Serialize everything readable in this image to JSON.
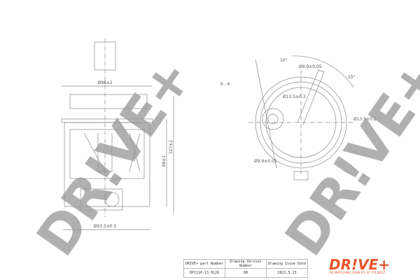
{
  "drawing": {
    "dimensions": {
      "top_diameter": "Ø98±2",
      "total_height": "127±2",
      "body_height": "98±1",
      "bottom_diameter": "Ø93.5±0.5",
      "angle_left": "10°",
      "angle_right": "25°",
      "port_diameter_top": "Ø9.9±0.05",
      "port_diameter_mid": "Ø13.5±0.2",
      "port_diameter_right": "Ø13.5±0.2",
      "port_diameter_bottom": "Ø9.9±0.05",
      "section_label": "6 - 6"
    }
  },
  "watermark": {
    "text": "DR!VE+"
  },
  "title_block": {
    "headers": [
      "DRIVE+ part Number",
      "Drawing Version Number",
      "Drawing Issue Date"
    ],
    "values": [
      "DP1110.13.0126",
      "00",
      "2022.5.13"
    ]
  },
  "logo": {
    "text": "DR!VE+",
    "tagline": "OE MATCHING QUALITY AT ITS BEST",
    "color": "#e8542a"
  }
}
